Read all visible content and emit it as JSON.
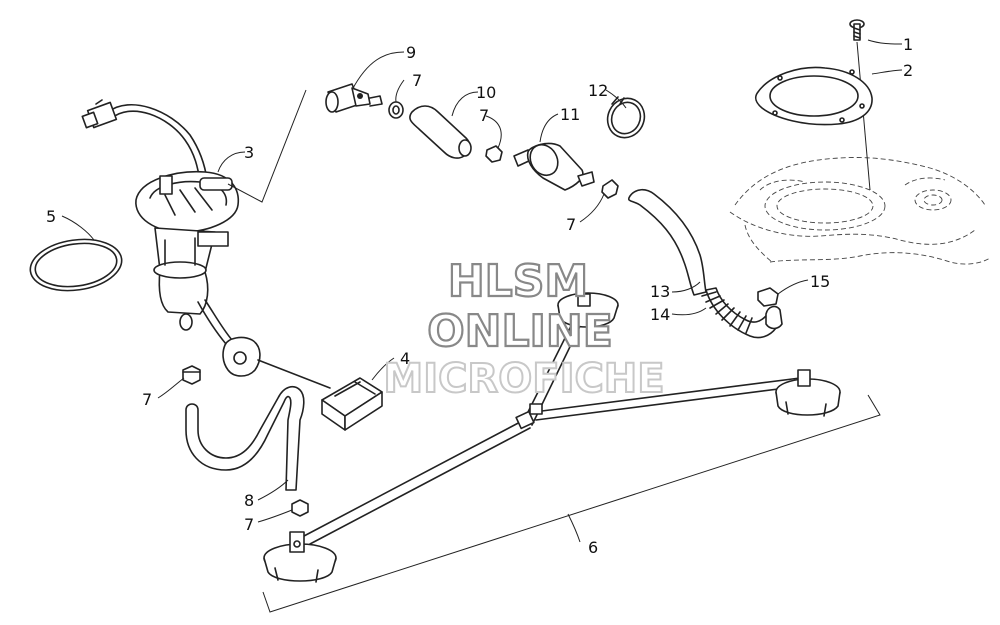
{
  "callouts": [
    {
      "id": "c1",
      "text": "1"
    },
    {
      "id": "c2",
      "text": "2"
    },
    {
      "id": "c3",
      "text": "3"
    },
    {
      "id": "c4",
      "text": "4"
    },
    {
      "id": "c5",
      "text": "5"
    },
    {
      "id": "c6",
      "text": "6"
    },
    {
      "id": "c7a",
      "text": "7"
    },
    {
      "id": "c7b",
      "text": "7"
    },
    {
      "id": "c7c",
      "text": "7"
    },
    {
      "id": "c7d",
      "text": "7"
    },
    {
      "id": "c7e",
      "text": "7"
    },
    {
      "id": "c8",
      "text": "8"
    },
    {
      "id": "c9",
      "text": "9"
    },
    {
      "id": "c10",
      "text": "10"
    },
    {
      "id": "c11",
      "text": "11"
    },
    {
      "id": "c12",
      "text": "12"
    },
    {
      "id": "c13",
      "text": "13"
    },
    {
      "id": "c14",
      "text": "14"
    },
    {
      "id": "c15",
      "text": "15"
    }
  ],
  "watermark": {
    "line1": "HLSM",
    "line2": "ONLINE",
    "line3": "MICROFICHE"
  }
}
